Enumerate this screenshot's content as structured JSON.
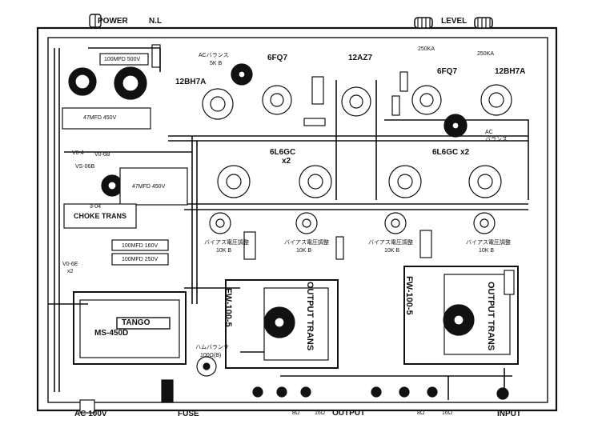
{
  "top": {
    "power": "POWER",
    "nl": "N.L",
    "level": "LEVEL"
  },
  "bottom": {
    "ac100v": "AC 100V",
    "fuse": "FUSE",
    "output": "OUTPUT",
    "input": "INPUT",
    "tap_8a": "8Ω",
    "tap_16a": "16Ω",
    "tap_8b": "8Ω",
    "tap_16b": "16Ω"
  },
  "tubes": {
    "t12bh7a_l": "12BH7A",
    "t6fq7_l": "6FQ7",
    "t12az7": "12AZ7",
    "t6fq7_r": "6FQ7",
    "t12bh7a_r": "12BH7A",
    "t6l6gc_l": "6L6GC",
    "x2_l": "x2",
    "t6l6gc_r": "6L6GC x2"
  },
  "controls": {
    "ac_balance_l": "ACバランス",
    "ac_balance_l_val": "5K B",
    "ac_balance_r": "AC",
    "ac_balance_r2": "バランス",
    "hum_balance": "ハムバランサ",
    "hum_balance_val": "100Ω(B)",
    "bias1": "バイアス電圧調整",
    "bias2": "バイアス電圧調整",
    "bias3": "バイアス電圧調整",
    "bias4": "バイアス電圧調整",
    "bias_val1": "10K B",
    "bias_val2": "10K B",
    "bias_val3": "10K B",
    "bias_val4": "10K B",
    "pot250k_l": "250KA",
    "pot250k_r": "250KA"
  },
  "parts": {
    "cap_47mfd": "47MFD 450V",
    "cap_100mfd_500": "100MFD 500V",
    "cap_100mfd_160": "100MFD 160V",
    "cap_100mfd_250": "100MFD 250V",
    "cap_47mfd_b": "47MFD 450V",
    "choke": "CHOKE TRANS",
    "v06e": "V0-6E",
    "v06e_x2": "x2",
    "v06b": "V0-6B",
    "vs06b": "VS-06B",
    "v04": "V0-4",
    "u3_04": "3-04"
  },
  "power_trans": {
    "brand": "TANGO",
    "model": "MS-450D"
  },
  "output_trans_l": {
    "model": "FW-100-5",
    "label": "OUTPUT TRANS"
  },
  "output_trans_r": {
    "model": "FW-100-5",
    "label": "OUTPUT TRANS"
  }
}
